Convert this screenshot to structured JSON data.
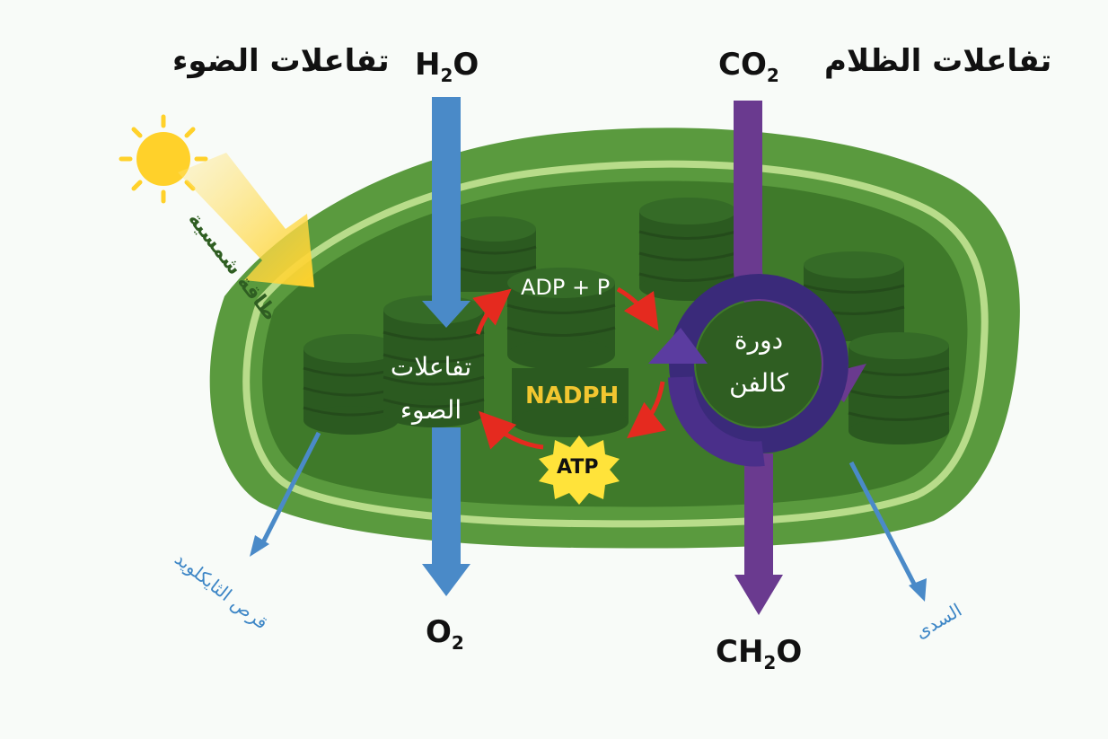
{
  "labels": {
    "light_reactions_title": "تفاعلات الضوء",
    "dark_reactions_title": "تفاعلات الظلام",
    "h2o": {
      "main": "H",
      "sub": "2",
      "tail": "O"
    },
    "co2": {
      "main": "CO",
      "sub": "2"
    },
    "o2": {
      "main": "O",
      "sub": "2"
    },
    "ch2o": {
      "main": "CH",
      "sub": "2",
      "tail": "O"
    },
    "solar_energy": "طاقة شمسية",
    "light_reactions_inner_line1": "تفاعلات",
    "light_reactions_inner_line2": "الصوء",
    "adp_p": "ADP + P",
    "nadph": "NADPH",
    "atp": "ATP",
    "calvin_line1": "دورة",
    "calvin_line2": "كالفن",
    "thylakoid_disc": "قرص الثايكلويد",
    "stroma": "السدى"
  },
  "colors": {
    "outer_membrane": "#5a9a3e",
    "inner_membrane": "#b8dc8a",
    "stroma": "#3f7a2a",
    "thylakoid": "#2f5e22",
    "water_arrow": "#4a8ac8",
    "carbon_arrow": "#6a3a8f",
    "calvin_cycle": "#3a2a7a",
    "atp_cycle": "#e52a1f",
    "nadph": "#f2c630",
    "sun": "#ffd12a"
  },
  "icons": [
    "sun-icon",
    "atp-starburst-icon"
  ]
}
